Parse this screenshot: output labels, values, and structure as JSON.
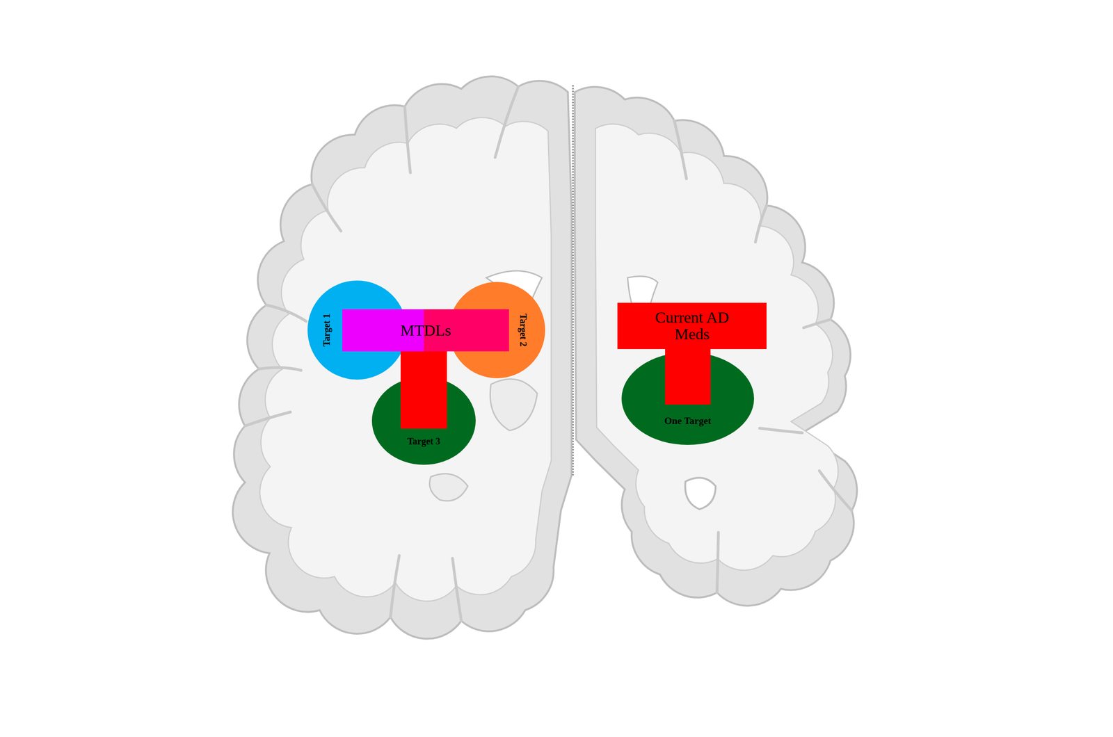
{
  "diagram": {
    "nodes": [
      {
        "text": [
          "Target 1"
        ]
      },
      {
        "text": [
          "MTDLs"
        ]
      },
      {
        "text": [
          "Target 2"
        ]
      },
      {
        "text": [
          "Target 3"
        ]
      },
      {
        "text": [
          "Current AD Meds"
        ]
      },
      {
        "text": [
          "One Target"
        ]
      }
    ],
    "edges": [
      {
        "from": 1,
        "to": 3,
        "arrow": "none"
      },
      {
        "from": 4,
        "to": 5,
        "arrow": "none"
      }
    ]
  }
}
